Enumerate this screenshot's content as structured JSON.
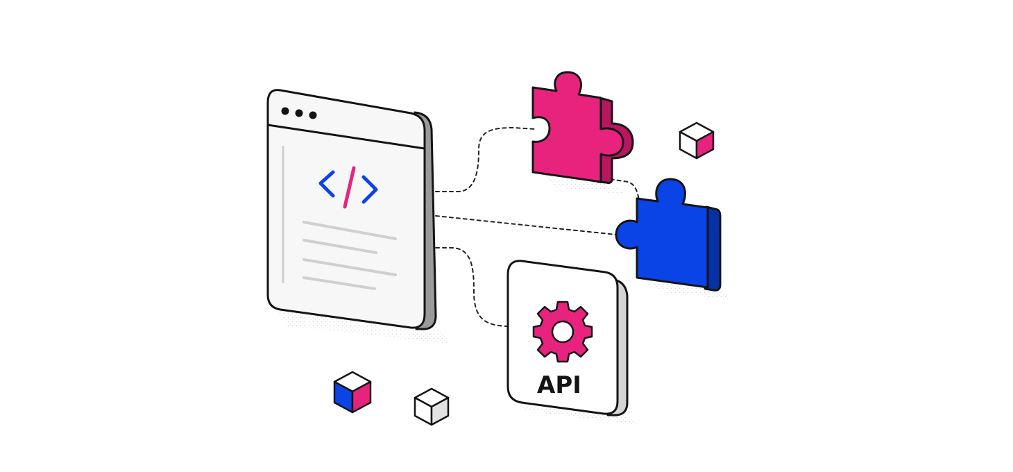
{
  "colors": {
    "background": "#ffffff",
    "outline": "#141414",
    "window_face": "#f7f7f7",
    "window_side": "#9a9a9a",
    "text_lines": "#cfcfcf",
    "pink": "#e8237e",
    "pink_dark": "#b8165f",
    "blue": "#0a43e6",
    "blue_dark": "#0631a8",
    "white_face": "#ffffff",
    "grey_side": "#d4d4d4",
    "shadow_dot": "#c9c9c9"
  },
  "browser_window": {
    "icons": [
      "window-dot-icon",
      "code-brackets-icon"
    ]
  },
  "plugins": {
    "pink_piece": {
      "icon": "puzzle-piece-icon",
      "color": "pink"
    },
    "blue_piece": {
      "icon": "puzzle-piece-icon",
      "color": "blue"
    }
  },
  "api_card": {
    "label": "API",
    "icon": "gear-icon"
  },
  "decor_cubes": [
    {
      "icon": "cube-icon",
      "accent": "pink"
    },
    {
      "icon": "cube-icon",
      "accent": "blue-pink"
    },
    {
      "icon": "cube-icon",
      "accent": "none"
    }
  ]
}
